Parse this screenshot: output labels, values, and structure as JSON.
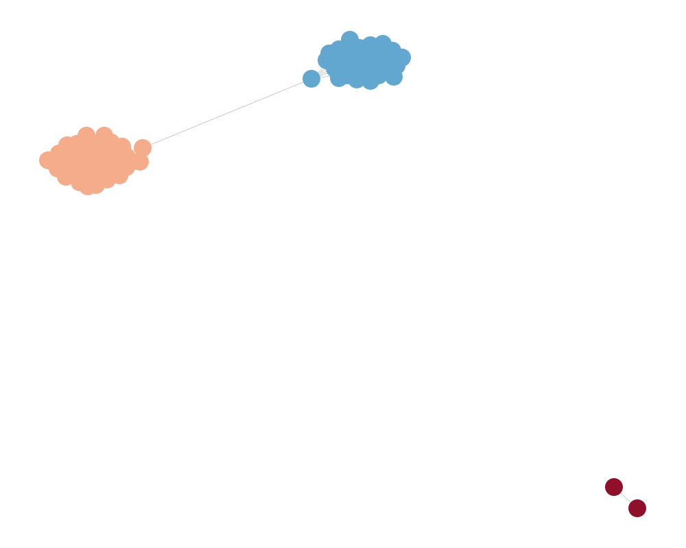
{
  "graph": {
    "clusters": [
      {
        "id": "blue",
        "color": "#62a7d0",
        "node_count": 40
      },
      {
        "id": "salmon",
        "color": "#f4ac8a",
        "node_count": 45
      },
      {
        "id": "crimson",
        "color": "#8f1129",
        "node_count": 2
      }
    ],
    "edge_color": "#bdbdbd"
  }
}
